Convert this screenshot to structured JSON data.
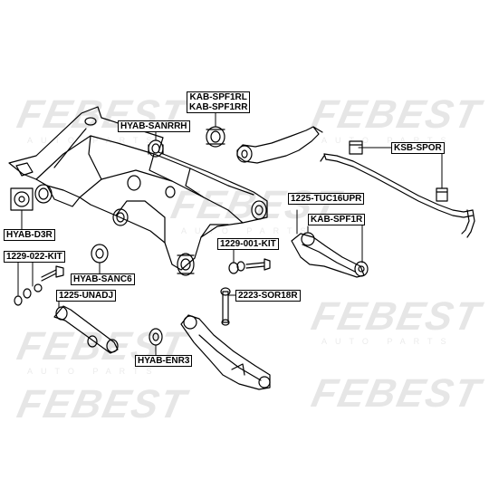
{
  "watermark": {
    "brand": "FEBEST",
    "tagline": "AUTO PARTS"
  },
  "labels": {
    "kab_spf1rl": "KAB-SPF1RL",
    "kab_spf1rr": "KAB-SPF1RR",
    "hyab_sanrrh": "HYAB-SANRRH",
    "ksb_spor": "KSB-SPOR",
    "hyab_d3r": "HYAB-D3R",
    "tuc16upr": "1225-TUC16UPR",
    "kab_spf1r": "KAB-SPF1R",
    "kit_1229_001": "1229-001-KIT",
    "kit_1229_022": "1229-022-KIT",
    "hyab_sanc6": "HYAB-SANC6",
    "sor18r": "2223-SOR18R",
    "unadj": "1225-UNADJ",
    "hyab_enr3": "HYAB-ENR3"
  }
}
